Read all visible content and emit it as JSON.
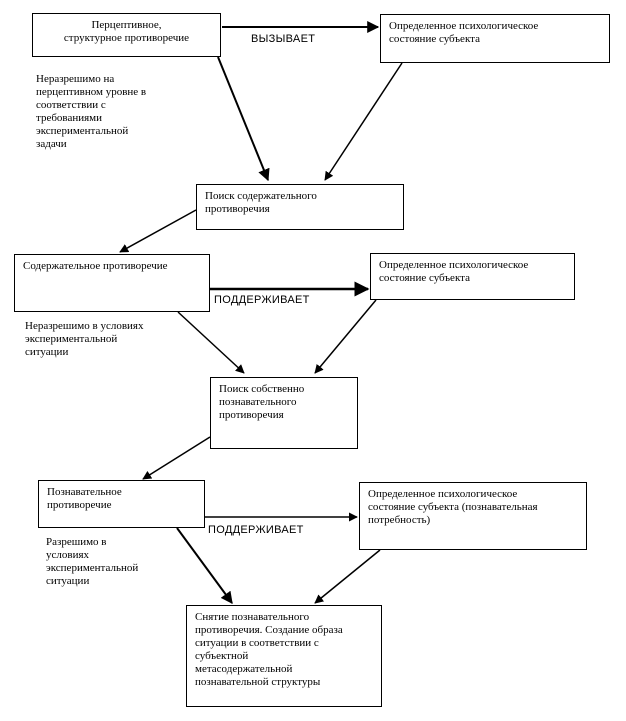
{
  "boxes": {
    "perceptual": "Перцептивное,\nструктурное противоречие",
    "state1": "Определенное психологическое\nсостояние субъекта",
    "search_content": "Поиск содержательного\nпротиворечия",
    "content_contradiction": "Содержательное противоречие",
    "state2": "Определенное психологическое\nсостояние субъекта",
    "search_cognitive": "Поиск собственно\nпознавательного\nпротиворечия",
    "cognitive_contradiction": "Познавательное\nпротиворечие",
    "state3": "Определенное психологическое\nсостояние субъекта (познавательная\nпотребность)",
    "resolution": "Снятие познавательного\nпротиворечия. Создание образа\nситуации в соответствии с\nсубъектной\nметасодержательной\nпознавательной структуры"
  },
  "notes": {
    "note1": "Неразрешимо на\nперцептивном уровне в\nсоответствии с\nтребованиями\nэкспериментальной\nзадачи",
    "note2": "Неразрешимо в условиях\nэкспериментальной\nситуации",
    "note3": "Разрешимо в\nусловиях\nэкспериментальной\nситуации"
  },
  "edge_labels": {
    "causes": "ВЫЗЫВАЕТ",
    "supports1": "ПОДДЕРЖИВАЕТ",
    "supports2": "ПОДДЕРЖИВАЕТ"
  }
}
